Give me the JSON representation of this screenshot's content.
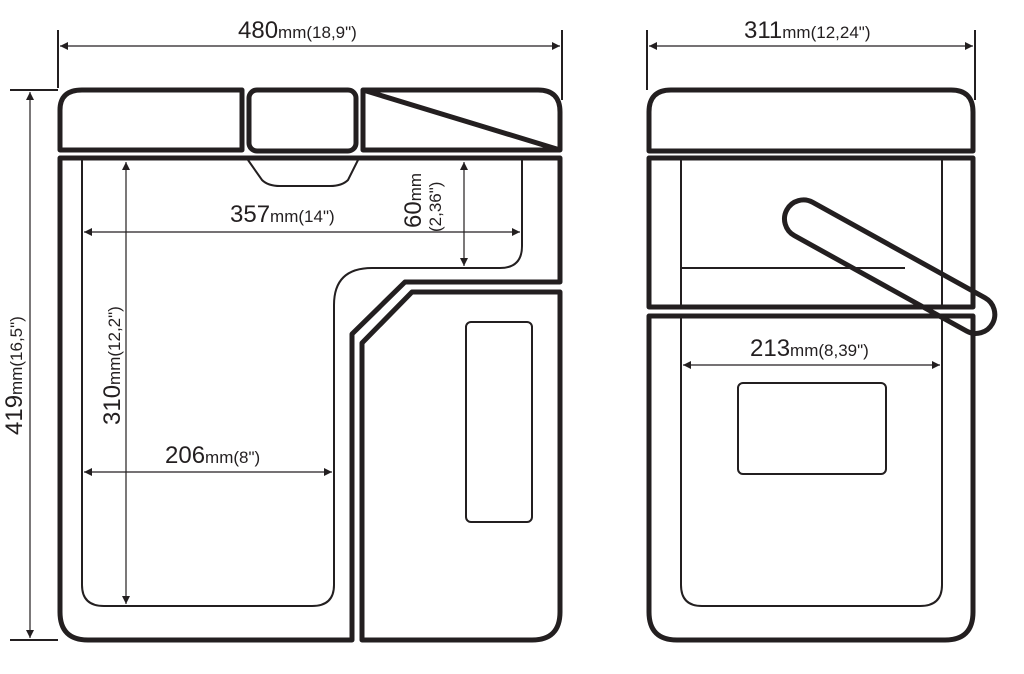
{
  "title": "Cooler box dimension drawing",
  "dimensions": {
    "width": {
      "value": "480",
      "unit": "mm(18,9\")"
    },
    "depth": {
      "value": "311",
      "unit": "mm(12,24\")"
    },
    "height": {
      "value": "419",
      "unit": "mm(16,5\")"
    },
    "inner_height": {
      "value": "310",
      "unit": "mm(12,2\")"
    },
    "inner_width": {
      "value": "357",
      "unit": "mm(14\")"
    },
    "step_height": {
      "value": "60",
      "unit": "mm",
      "unit2": "(2,36\")"
    },
    "lower_inner_width": {
      "value": "206",
      "unit": "mm(8\")"
    },
    "side_inner_width": {
      "value": "213",
      "unit": "mm(8,39\")"
    }
  }
}
